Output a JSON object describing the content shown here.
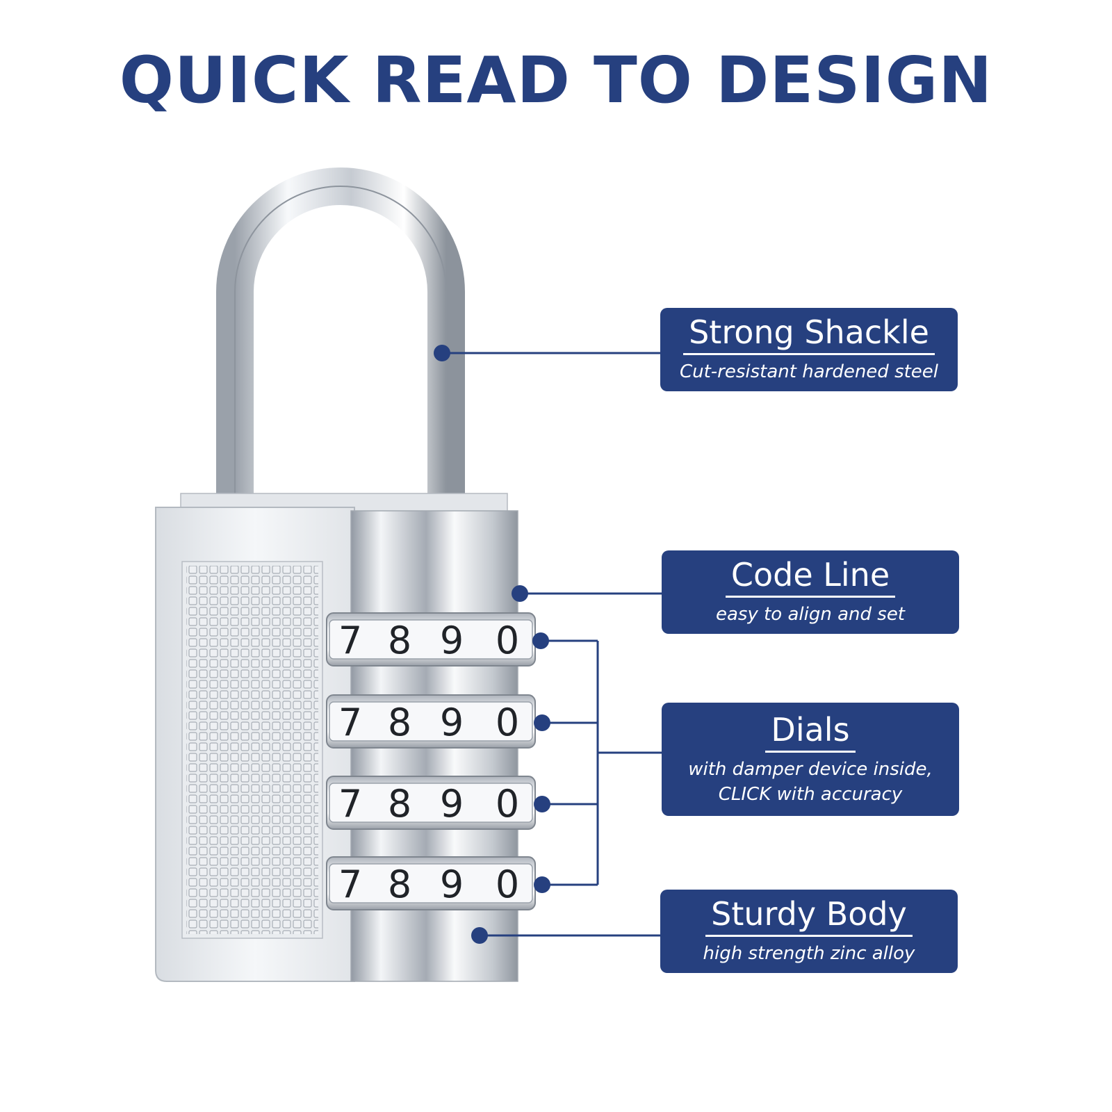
{
  "title": "QUICK READ TO DESIGN",
  "colors": {
    "brand": "#26407f",
    "steel_light": "#f4f6f8",
    "steel_dark": "#8a9099"
  },
  "dial_digits": [
    "7",
    "8",
    "9",
    "0"
  ],
  "callouts": {
    "shackle": {
      "title": "Strong Shackle",
      "subtitle": "Cut-resistant hardened steel"
    },
    "code_line": {
      "title": "Code Line",
      "subtitle": "easy to align and set"
    },
    "dials": {
      "title": "Dials",
      "subtitle_line1": "with damper device inside,",
      "subtitle_line2": "CLICK with accuracy"
    },
    "body": {
      "title": "Sturdy Body",
      "subtitle": "high strength zinc alloy"
    }
  }
}
